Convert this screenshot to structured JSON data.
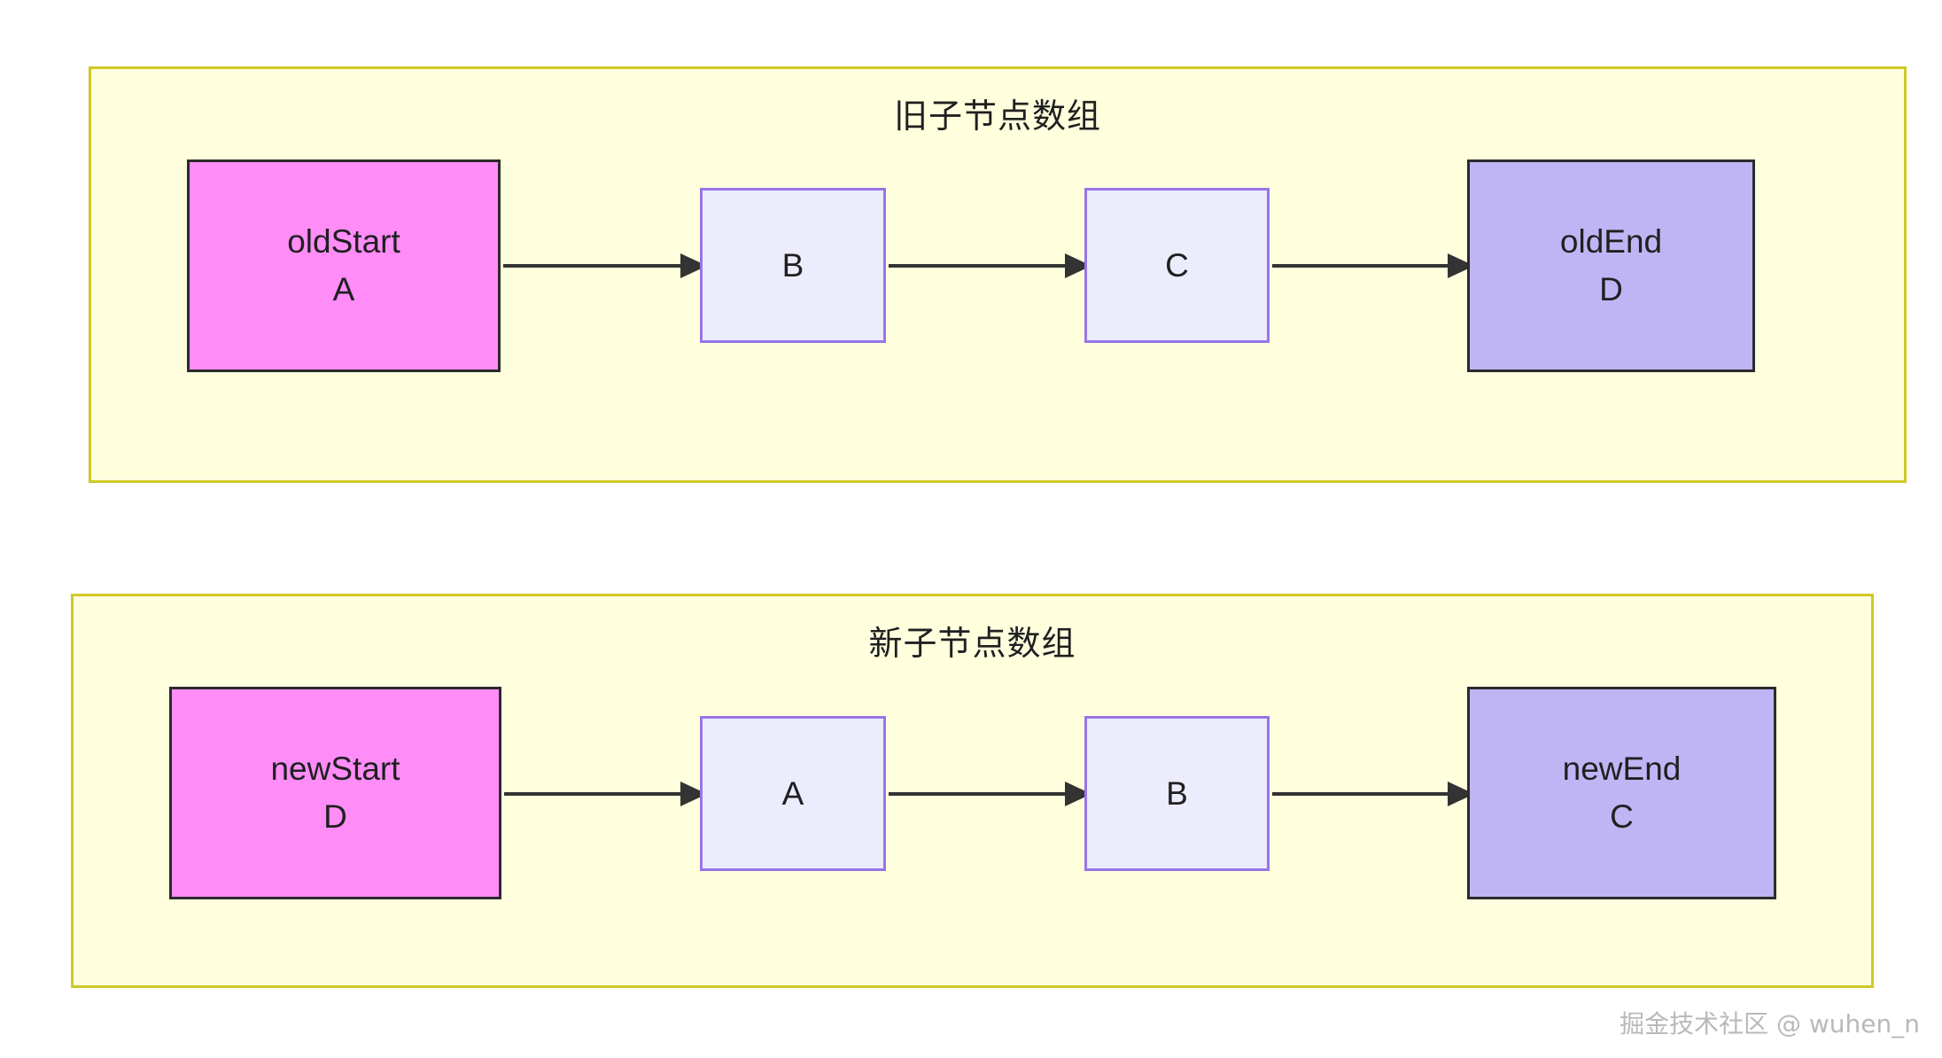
{
  "diagram": {
    "type": "flow-comparison",
    "background_color": "#ffffff",
    "groups": [
      {
        "id": "old",
        "title": "旧子节点数组",
        "fill": "#ffffde",
        "border_color": "#cfc925",
        "nodes": [
          {
            "id": "oldstart",
            "main": "oldStart",
            "sub": "A",
            "style": "pink",
            "fill": "#ff8cf7",
            "border": "#2b2b2b"
          },
          {
            "id": "b-old",
            "main": "B",
            "sub": "",
            "style": "lavender",
            "fill": "#ececfd",
            "border": "#9974e8"
          },
          {
            "id": "c-old",
            "main": "C",
            "sub": "",
            "style": "lavender",
            "fill": "#ececfd",
            "border": "#9974e8"
          },
          {
            "id": "oldend",
            "main": "oldEnd",
            "sub": "D",
            "style": "periwinkle",
            "fill": "#bfb5f5",
            "border": "#2b2b2b"
          }
        ],
        "edges": [
          {
            "from": "oldstart",
            "to": "b-old"
          },
          {
            "from": "b-old",
            "to": "c-old"
          },
          {
            "from": "c-old",
            "to": "oldend"
          }
        ]
      },
      {
        "id": "new",
        "title": "新子节点数组",
        "fill": "#ffffde",
        "border_color": "#cfc925",
        "nodes": [
          {
            "id": "newstart",
            "main": "newStart",
            "sub": "D",
            "style": "pink",
            "fill": "#ff8cf7",
            "border": "#2b2b2b"
          },
          {
            "id": "a-new",
            "main": "A",
            "sub": "",
            "style": "lavender",
            "fill": "#ececfd",
            "border": "#9974e8"
          },
          {
            "id": "b-new",
            "main": "B",
            "sub": "",
            "style": "lavender",
            "fill": "#ececfd",
            "border": "#9974e8"
          },
          {
            "id": "newend",
            "main": "newEnd",
            "sub": "C",
            "style": "periwinkle",
            "fill": "#bfb5f5",
            "border": "#2b2b2b"
          }
        ],
        "edges": [
          {
            "from": "newstart",
            "to": "a-new"
          },
          {
            "from": "a-new",
            "to": "b-new"
          },
          {
            "from": "b-new",
            "to": "newend"
          }
        ]
      }
    ],
    "edge_color": "#333333"
  },
  "watermark": {
    "text": "掘金技术社区 @ wuhen_n",
    "color": "#b9b9b9"
  }
}
